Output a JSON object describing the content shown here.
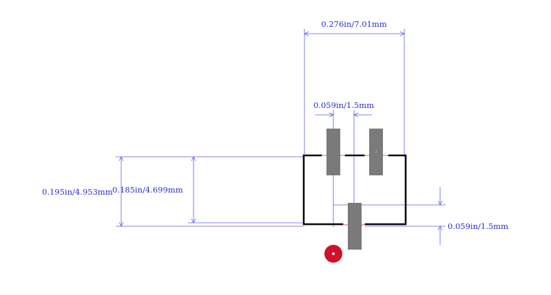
{
  "dimensions": {
    "overall_width": "0.276in/7.01mm",
    "pad_width": "0.059in/1.5mm",
    "overall_height": "0.195in/4.953mm",
    "body_height": "0.185in/4.699mm",
    "pad_extension": "0.059in/1.5mm"
  },
  "pads": {
    "pad2_label": "2"
  },
  "colors": {
    "dimension": "#2b2bd6",
    "outline": "#0a0a0a",
    "pad": "#7a7a7a",
    "pin1_marker": "#d0112b"
  }
}
